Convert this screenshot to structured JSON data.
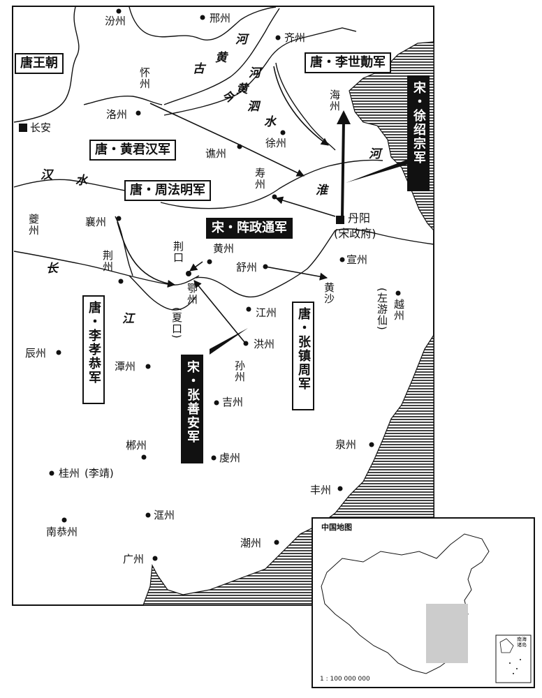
{
  "colors": {
    "ink": "#111111",
    "sea_hatch": "#111111",
    "highlight": "#cccccc"
  },
  "box_labels": {
    "tang_dynasty": "唐王朝",
    "tang_li_shiji": "唐・李世勣军",
    "song_xu_shaozong": "宋・徐绍宗军",
    "tang_huang_junhan": "唐・黄君汉军",
    "tang_zhou_faming": "唐・周法明军",
    "song_chen_zhengtong": "宋・阵政通军",
    "tang_li_xiaogong": "唐・李孝恭军",
    "song_zhang_shanan": "宋・张善安军",
    "tang_zhang_zhenzhou": "唐・张镇周军"
  },
  "places": {
    "fenzhou": "汾州",
    "xingzhou": "邢州",
    "qizhou": "齐州",
    "huaizhou": "怀州",
    "luozhou": "洛州",
    "changan": "长安",
    "haizhou": "海州",
    "xuzhou": "徐州",
    "qiaozhou": "谯州",
    "shouzhou": "寿州",
    "danyang": "丹阳",
    "song_gov": "(宋政府)",
    "kuizhou": "夔州",
    "xiangzhou": "襄州",
    "jingzhou": "荆州",
    "jingkou": "荆口",
    "huangzhou": "黄州",
    "shuzhou": "舒州",
    "xuanzhou": "宣州",
    "ezhou": "鄂州",
    "xiakou": "(夏口)",
    "huangsha": "黄沙",
    "jiangzhou": "江州",
    "yuezhou": "越州",
    "zuo_youxian": "(左游仙)",
    "chenzhou_w": "辰州",
    "tanzhou": "潭州",
    "hongzhou": "洪州",
    "sunzhou": "孙州",
    "jizhou": "吉州",
    "chenzhou": "郴州",
    "qianzhou": "虔州",
    "quanzhou": "泉州",
    "guizhou": "桂州",
    "li_jing": "(李靖)",
    "fengzhou": "丰州",
    "nangongzhou": "南恭州",
    "kuangzhou": "洭州",
    "chaozhou": "潮州",
    "guangzhou": "广州"
  },
  "rivers": {
    "gu": "古",
    "huang_gu": "黄",
    "he_gu": "河",
    "he_huang": "河",
    "huang_jin": "黄",
    "jin": "今",
    "si": "泗",
    "shui_si": "水",
    "han": "汉",
    "shui_han": "水",
    "huai_he": "河",
    "huai": "淮",
    "chang": "长",
    "jiang": "江"
  },
  "inset": {
    "title": "中国地图",
    "scale": "1 : 100 000 000",
    "south_sea": "南海诸岛"
  }
}
